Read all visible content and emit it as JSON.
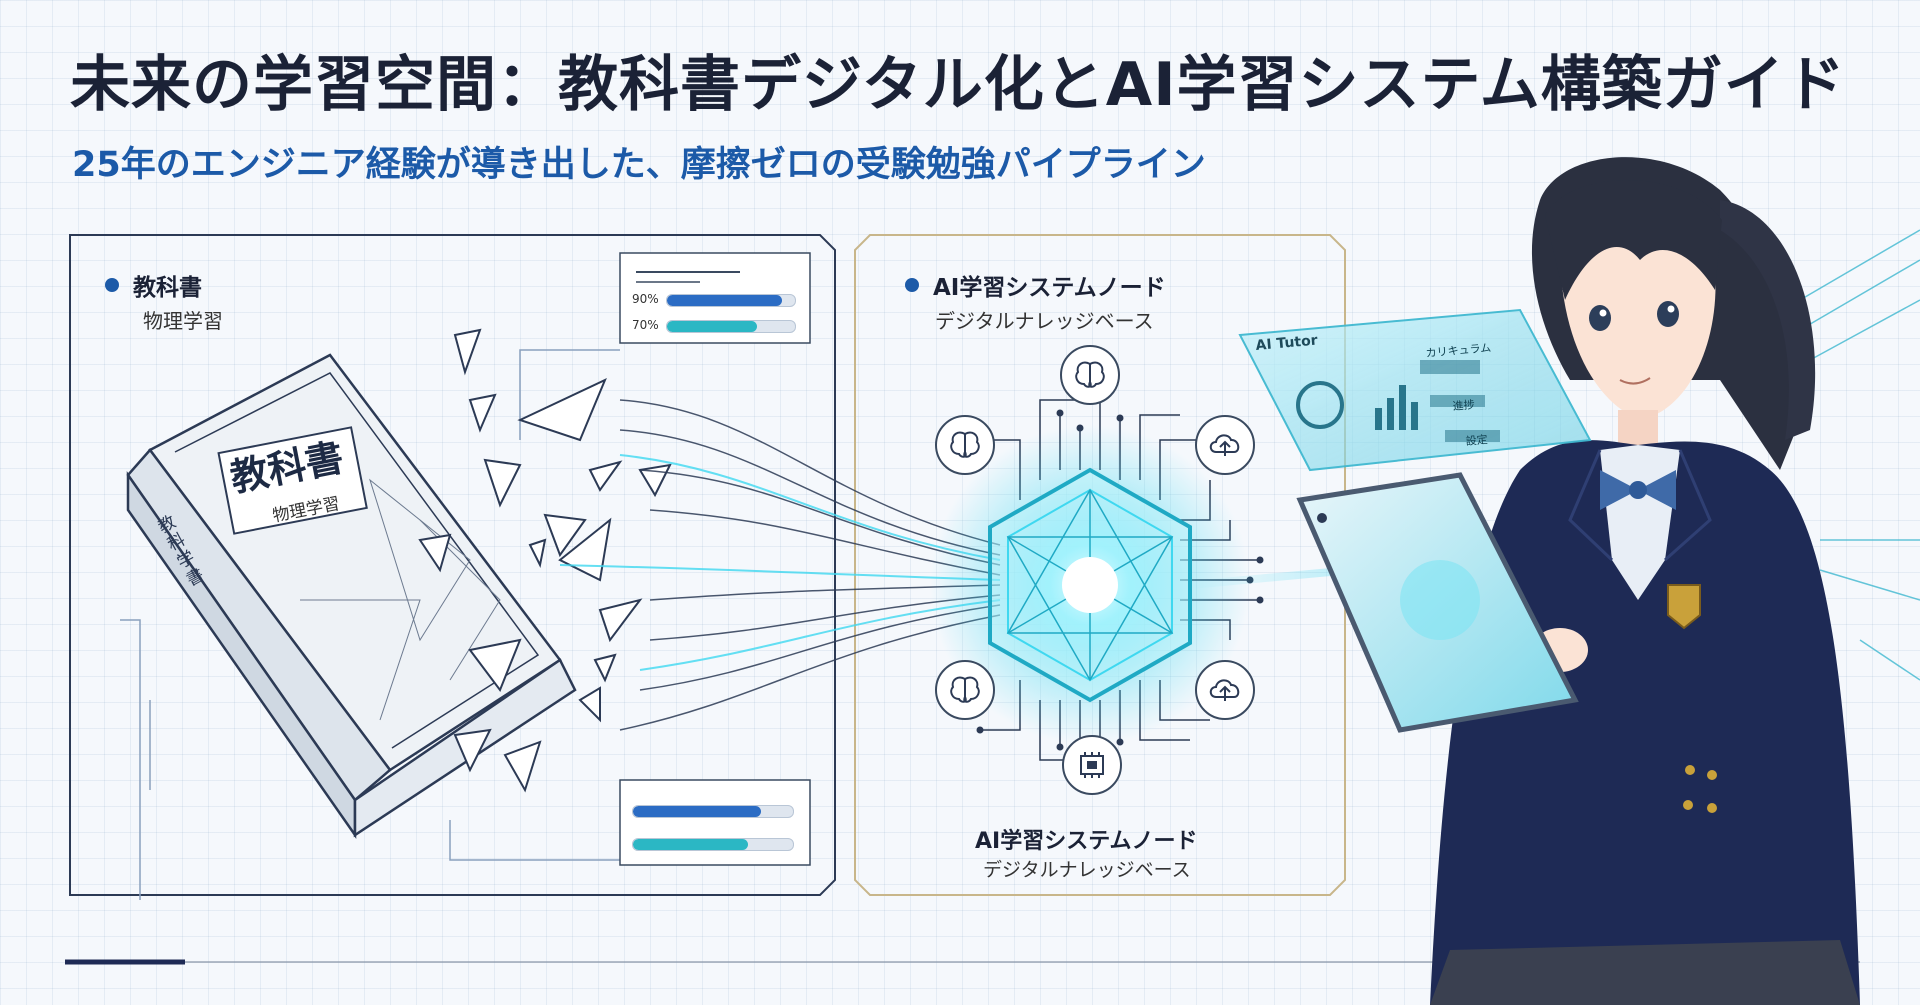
{
  "title": "未来の学習空間：教科書デジタル化とAI学習システム構築ガイド",
  "subtitle": "25年のエンジニア経験が導き出した、摩擦ゼロの受験勉強パイプライン",
  "left_panel": {
    "label": "教科書",
    "sublabel": "物理学習",
    "book_cover_title": "教科書",
    "book_cover_subtitle": "物理学習",
    "book_spine": "教科学書"
  },
  "progress_top": [
    {
      "label": "90%",
      "value": 0.9,
      "color": "#2b6cc4"
    },
    {
      "label": "70%",
      "value": 0.7,
      "color": "#2bb7c4"
    }
  ],
  "progress_bottom": [
    {
      "value": 0.8,
      "color": "#2b6cc4"
    },
    {
      "value": 0.72,
      "color": "#2bb7c4"
    }
  ],
  "right_panel": {
    "label": "AI学習システムノード",
    "sublabel": "デジタルナレッジベース",
    "bottom_label": "AI学習システムノード",
    "bottom_sublabel": "デジタルナレッジベース"
  },
  "hologram": {
    "title": "AI Tutor",
    "items": [
      "カリキュラム",
      "進捗",
      "設定"
    ]
  },
  "icons": [
    "brain-icon",
    "cloud-upload-icon",
    "ai-core-icon",
    "chip-icon"
  ],
  "colors": {
    "accent": "#1c5aa8",
    "glow": "#3fd8f0",
    "navy": "#1e2a55"
  }
}
